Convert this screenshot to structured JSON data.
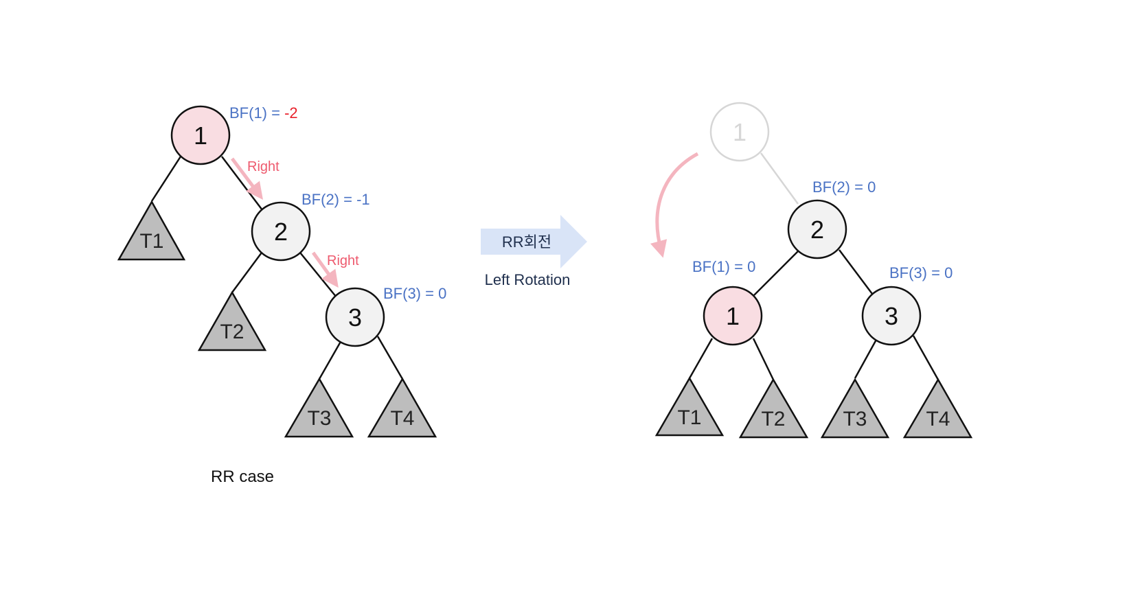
{
  "left_tree": {
    "nodes": {
      "n1": "1",
      "n2": "2",
      "n3": "3"
    },
    "subtrees": {
      "t1": "T1",
      "t2": "T2",
      "t3": "T3",
      "t4": "T4"
    },
    "bf": {
      "n1_prefix": "BF(1) = ",
      "n1_value": "-2",
      "n2": "BF(2) = -1",
      "n3": "BF(3) = 0"
    },
    "directions": {
      "first": "Right",
      "second": "Right"
    },
    "caption": "RR case"
  },
  "rotation": {
    "name": "RR회전",
    "subtitle": "Left Rotation"
  },
  "right_tree": {
    "ghost_node": "1",
    "nodes": {
      "n1": "1",
      "n2": "2",
      "n3": "3"
    },
    "subtrees": {
      "t1": "T1",
      "t2": "T2",
      "t3": "T3",
      "t4": "T4"
    },
    "bf": {
      "n1": "BF(1) = 0",
      "n2": "BF(2) = 0",
      "n3": "BF(3) = 0"
    }
  },
  "colors": {
    "highlight_fill": "#f9dde2",
    "node_fill": "#f2f2f2",
    "subtree_fill": "#bdbdbd",
    "bf_blue": "#4a72c4",
    "bf_red": "#e8202a",
    "arrow_pink": "#f4b5bf",
    "rotation_arrow": "#d9e4f7"
  }
}
